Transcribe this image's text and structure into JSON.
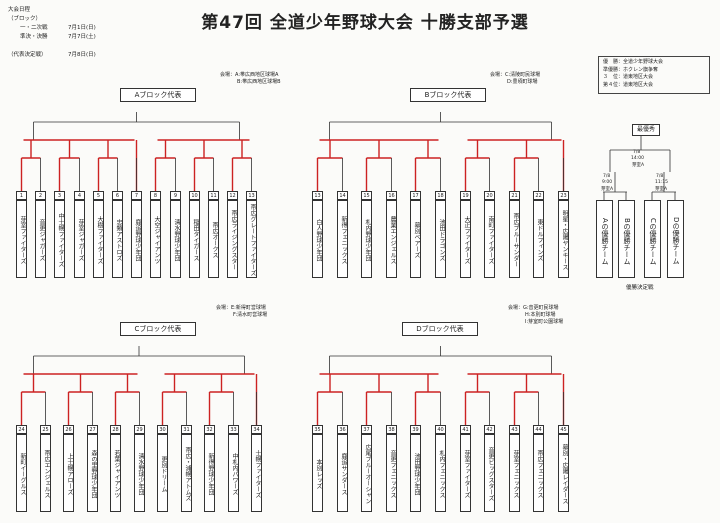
{
  "title": "第47回 全道少年野球大会 十勝支部予選",
  "schedule": {
    "rows": [
      {
        "label": "大会日程",
        "date": ""
      },
      {
        "label": "（ブロック）",
        "date": ""
      },
      {
        "label": "一・二次戦",
        "date": "7月1日(日)"
      },
      {
        "label": "準決・決勝",
        "date": "7月7日(土)"
      },
      {
        "label": "",
        "date": ""
      },
      {
        "label": "（代表決定戦）",
        "date": "7月8日(日)"
      }
    ]
  },
  "organizer": {
    "lines": [
      "優　勝：全道少年野球大会",
      "準優勝：ホクレン旗争奪",
      "３　位：道東地区大会",
      "第４位：道東地区大会"
    ]
  },
  "blocks": {
    "A": {
      "label": "Aブロック代表",
      "venues": [
        "会場：A:帯広西地区球場A",
        "B:帯広西地区球場B"
      ],
      "teams": [
        {
          "num": "1",
          "name": "芽室ファイターズ"
        },
        {
          "num": "2",
          "name": "音更ジャガーズ"
        },
        {
          "num": "3",
          "name": "中士幌ファイターズ"
        },
        {
          "num": "4",
          "name": "芽室ジャガーズ"
        },
        {
          "num": "5",
          "name": "大樹ファイターズ"
        },
        {
          "num": "6",
          "name": "忠類アストロズ"
        },
        {
          "num": "7",
          "name": "鹿追野球少年団"
        },
        {
          "num": "8",
          "name": "大空ジャイアンツ"
        },
        {
          "num": "9",
          "name": "清水野球少年団"
        },
        {
          "num": "10",
          "name": "稲田タイガース"
        },
        {
          "num": "11",
          "name": "帯広オークス"
        },
        {
          "num": "12",
          "name": "帯広ライジングスター"
        },
        {
          "num": "13",
          "name": "帯広グレートファイターズ"
        }
      ]
    },
    "B": {
      "label": "Bブロック代表",
      "venues": [
        "会場：C:清陵町民球場",
        "D:豊頃町球場"
      ],
      "teams": [
        {
          "num": "13",
          "name": "白人野球少年団"
        },
        {
          "num": "14",
          "name": "新得フェニックス"
        },
        {
          "num": "15",
          "name": "札内野球少年団"
        },
        {
          "num": "16",
          "name": "農業エンジェルス"
        },
        {
          "num": "17",
          "name": "幕別ベアーズ"
        },
        {
          "num": "18",
          "name": "池田ドラゴンズ"
        },
        {
          "num": "19",
          "name": "大正ファイターズ"
        },
        {
          "num": "20",
          "name": "南町ファイターズ"
        },
        {
          "num": "21",
          "name": "帯広ブルーサンダー"
        },
        {
          "num": "22",
          "name": "東ドルフィンズ"
        },
        {
          "num": "23",
          "name": "明星・広陽ヤンキース"
        }
      ]
    },
    "C": {
      "label": "Cブロック代表",
      "venues": [
        "会場：E:新得町営球場",
        "F:清水町営球場"
      ],
      "teams": [
        {
          "num": "24",
          "name": "新町イーグルス"
        },
        {
          "num": "25",
          "name": "帯広エンジェルス"
        },
        {
          "num": "26",
          "name": "上士幌アローズ"
        },
        {
          "num": "27",
          "name": "森の里野球少年団"
        },
        {
          "num": "28",
          "name": "若葉ジャイアンツ"
        },
        {
          "num": "29",
          "name": "清水野球少年団"
        },
        {
          "num": "30",
          "name": "更別ドリーム"
        },
        {
          "num": "31",
          "name": "帯広・浦幌アトムズ"
        },
        {
          "num": "32",
          "name": "新得野球少年団"
        },
        {
          "num": "33",
          "name": "中札内パワーズ"
        },
        {
          "num": "34",
          "name": "士幌ファイターズ"
        }
      ]
    },
    "D": {
      "label": "Dブロック代表",
      "venues": [
        "会場：G:音更町民球場",
        "H:本別町球場",
        "I:芽室町公園球場"
      ],
      "teams": [
        {
          "num": "35",
          "name": "本別レッズ"
        },
        {
          "num": "36",
          "name": "鹿追サンダース"
        },
        {
          "num": "37",
          "name": "広尾ブルーオーシャン"
        },
        {
          "num": "38",
          "name": "音更フェニックス"
        },
        {
          "num": "39",
          "name": "池田野球少年団"
        },
        {
          "num": "40",
          "name": "札内フェニックス"
        },
        {
          "num": "41",
          "name": "芽室ファイターズ"
        },
        {
          "num": "42",
          "name": "音更ビッグスターズ"
        },
        {
          "num": "43",
          "name": "芽室フェニックス"
        },
        {
          "num": "44",
          "name": "帯広フェニックス"
        },
        {
          "num": "45",
          "name": "幕別・広陽レイダース"
        }
      ]
    }
  },
  "final": {
    "label": "代表決定戦",
    "date1": "7/8",
    "time1": "9:00",
    "venue1": "芽室A",
    "date2": "7/8",
    "time2": "11:15",
    "venue2": "芽室A",
    "date3": "7/8",
    "time3": "14:00",
    "venue3": "芽室A",
    "finals_label": "最優秀",
    "teams": [
      "Aの優勝チーム",
      "Bの優勝チーム",
      "Cの優勝チーム",
      "Dの優勝チーム"
    ],
    "footer": "優勝決定戦"
  }
}
